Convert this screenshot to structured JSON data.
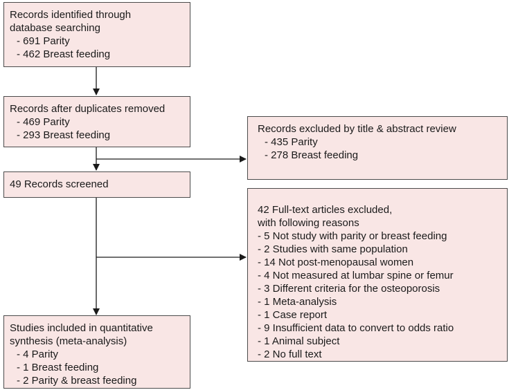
{
  "boxes": {
    "identified": {
      "lines": [
        "Records identified through",
        "database searching"
      ],
      "items": [
        "- 691 Parity",
        "- 462 Breast feeding"
      ]
    },
    "after_duplicates": {
      "lines": [
        "Records after duplicates removed"
      ],
      "items": [
        "- 469 Parity",
        "- 293 Breast feeding"
      ]
    },
    "excluded_title": {
      "lines": [
        "Records excluded by title & abstract review"
      ],
      "items": [
        "- 435 Parity",
        "- 278 Breast feeding"
      ]
    },
    "screened": {
      "lines": [
        "49 Records screened"
      ]
    },
    "fulltext_excluded": {
      "lines": [
        "42 Full-text articles excluded,",
        "with following reasons"
      ],
      "items": [
        "- 5 Not study with parity or breast feeding",
        "- 2 Studies with same population",
        "- 14 Not post-menopausal women",
        "- 4 Not measured at lumbar spine or femur",
        "- 3 Different criteria for the osteoporosis",
        "- 1 Meta-analysis",
        "- 1 Case report",
        "- 9 Insufficient data to convert to odds ratio",
        "- 1 Animal subject",
        "- 2 No full text"
      ]
    },
    "included": {
      "lines": [
        "Studies included in quantitative",
        "synthesis (meta-analysis)"
      ],
      "items": [
        "- 4 Parity",
        "- 1 Breast feeding",
        "- 2 Parity & breast feeding"
      ]
    }
  }
}
